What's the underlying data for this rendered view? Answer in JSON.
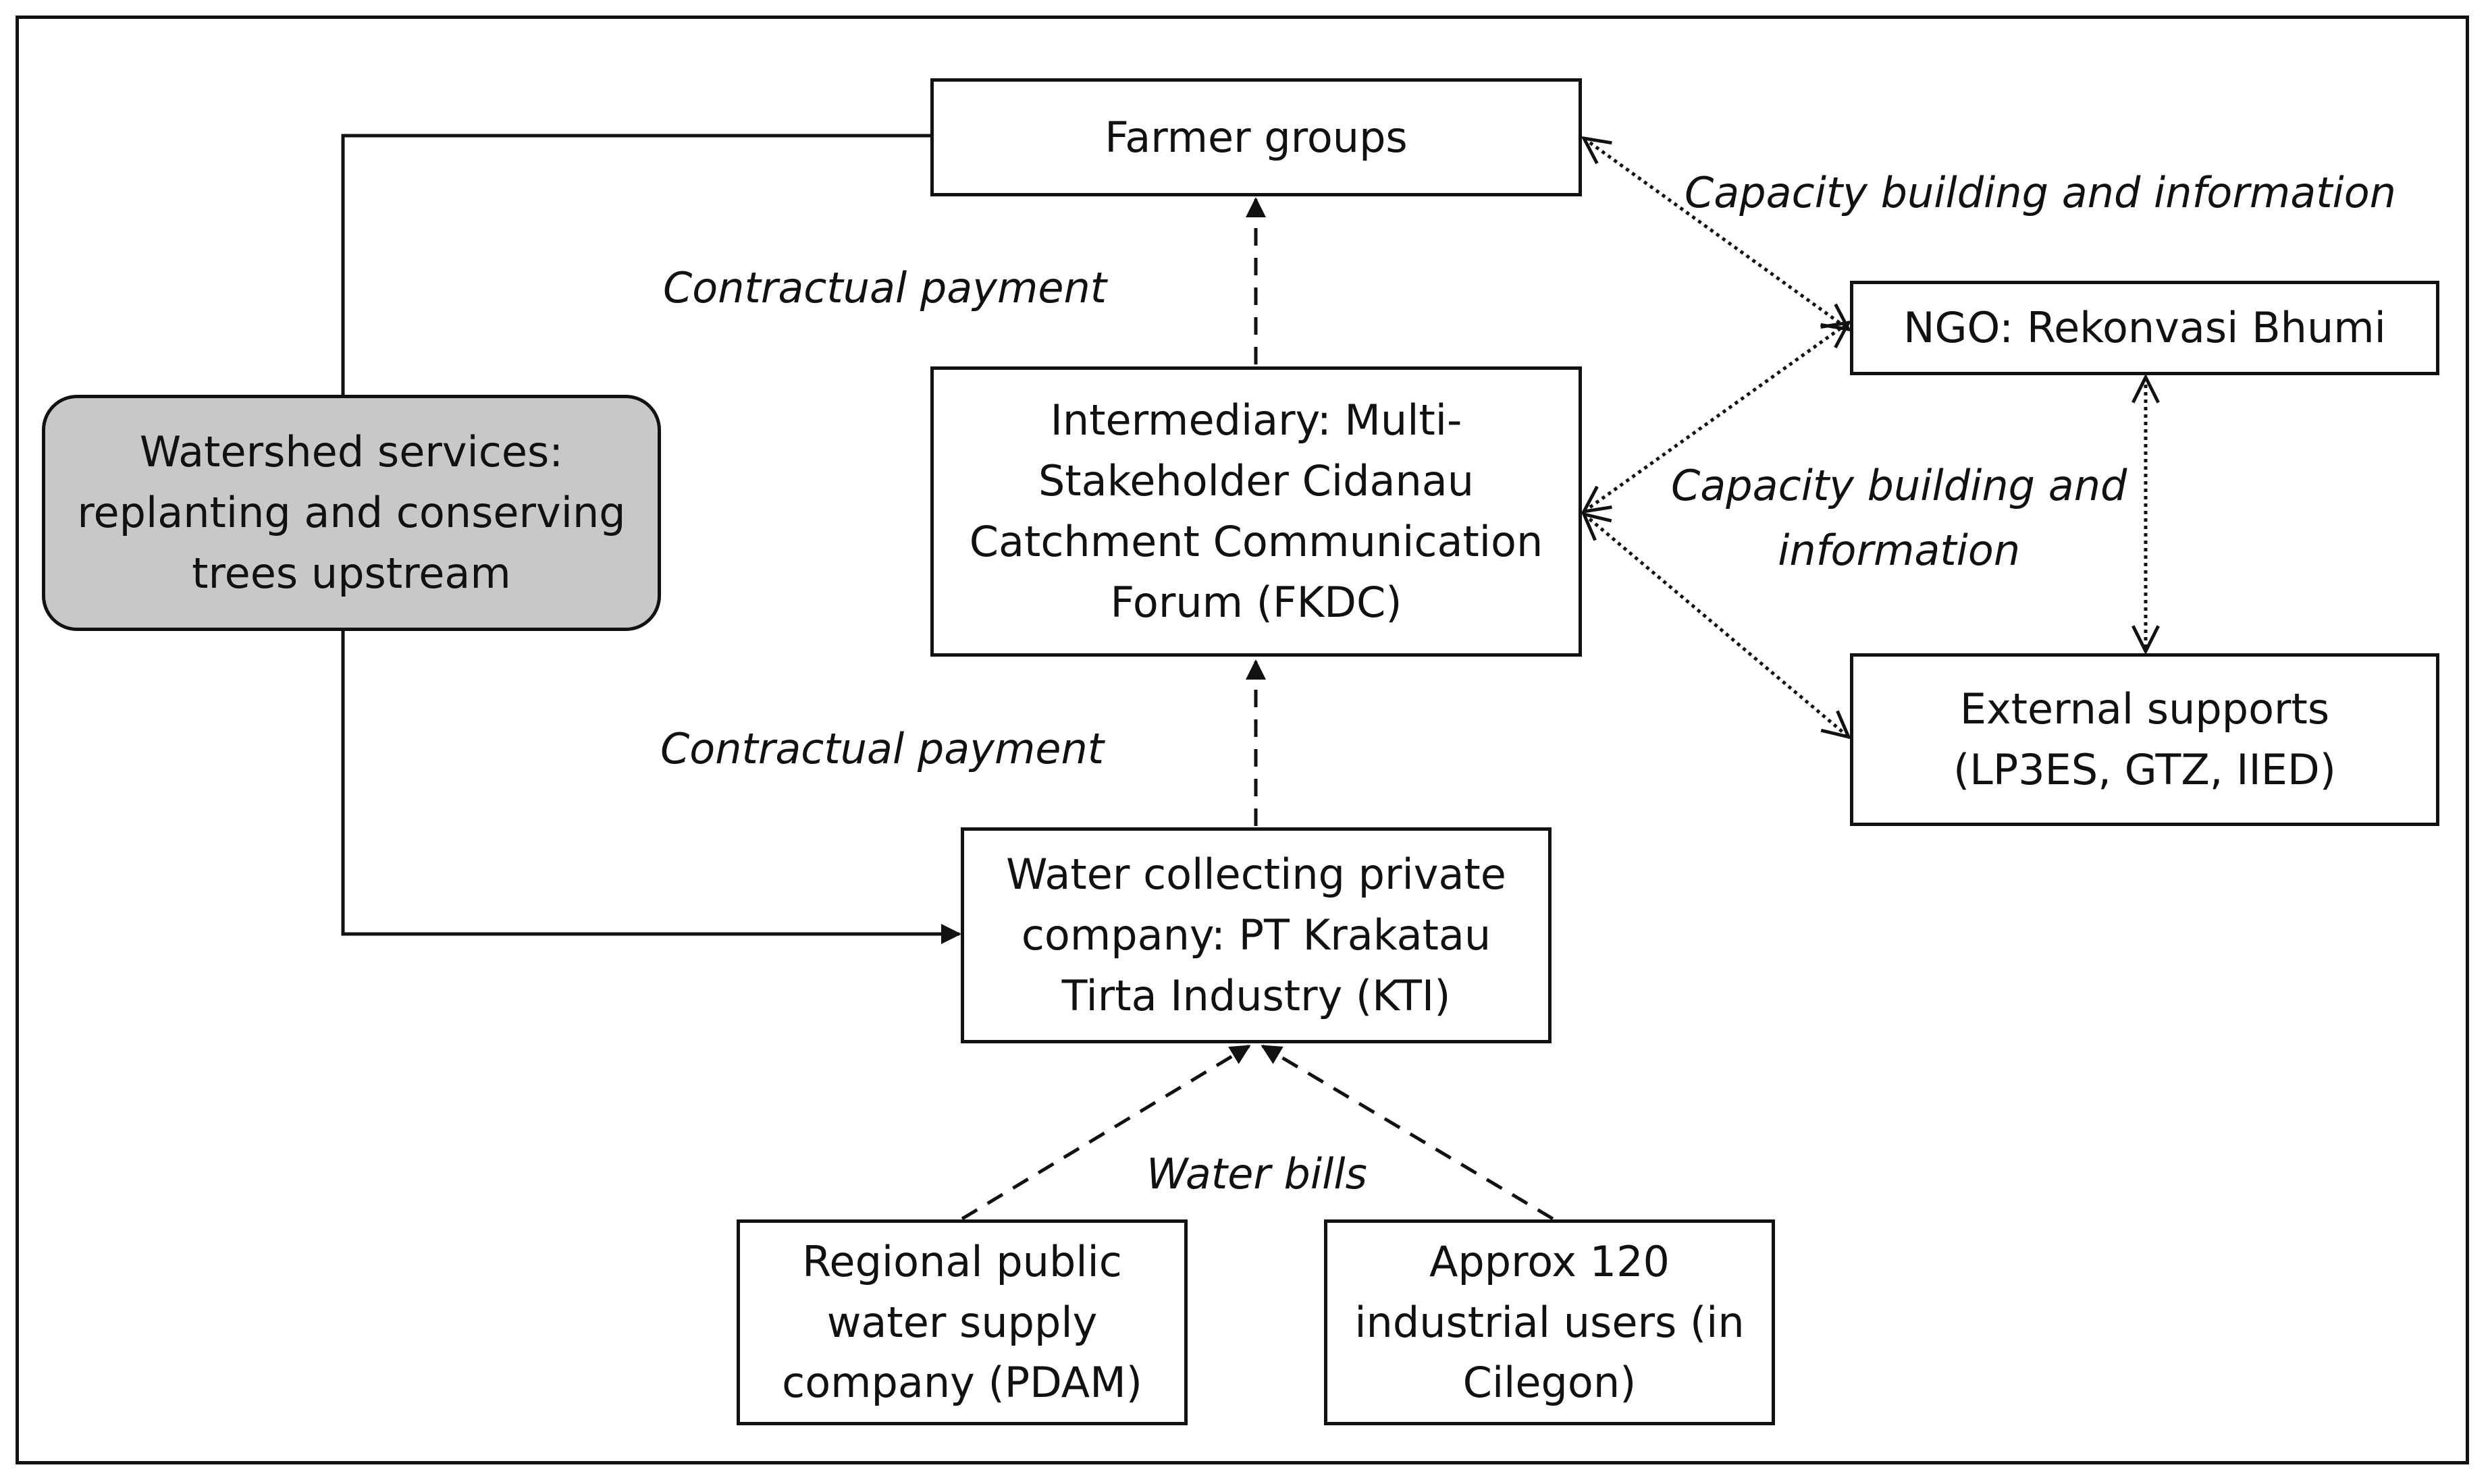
{
  "nodes": {
    "farmers": "Farmer groups",
    "watershed": "Watershed services:\nreplanting and conserving\ntrees upstream",
    "intermediary": "Intermediary: Multi-\nStakeholder Cidanau\nCatchment Communication\nForum (FKDC)",
    "company": "Water collecting private\ncompany: PT Krakatau\nTirta Industry (KTI)",
    "ngo": "NGO: Rekonvasi Bhumi",
    "external": "External supports\n(LP3ES, GTZ, IIED)",
    "pdam": "Regional public\nwater supply\ncompany (PDAM)",
    "industrial": "Approx 120\nindustrial users (in\nCilegon)"
  },
  "edge_labels": {
    "payment_top": "Contractual payment",
    "payment_bottom": "Contractual payment",
    "capacity_top": "Capacity building and information",
    "capacity_middle": "Capacity building and\ninformation",
    "water_bills": "Water bills"
  },
  "colors": {
    "line": "#111111",
    "box_fill": "#ffffff",
    "watershed_fill": "#c8c8c8"
  }
}
